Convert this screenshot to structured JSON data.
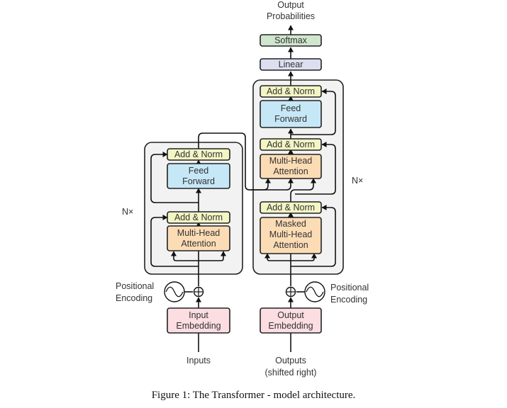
{
  "diagram": {
    "caption": "Figure 1: The Transformer - model architecture.",
    "output_label": [
      "Output",
      "Probabilities"
    ],
    "softmax": "Softmax",
    "linear": "Linear",
    "encoder": {
      "repeat_label": "N×",
      "add_norm_top": "Add & Norm",
      "feed_forward": [
        "Feed",
        "Forward"
      ],
      "add_norm_bottom": "Add & Norm",
      "attention": [
        "Multi-Head",
        "Attention"
      ],
      "positional_encoding": [
        "Positional",
        "Encoding"
      ],
      "embedding": [
        "Input",
        "Embedding"
      ],
      "input_label": "Inputs"
    },
    "decoder": {
      "repeat_label": "N×",
      "add_norm_top": "Add & Norm",
      "feed_forward": [
        "Feed",
        "Forward"
      ],
      "add_norm_middle": "Add & Norm",
      "cross_attention": [
        "Multi-Head",
        "Attention"
      ],
      "add_norm_bottom": "Add & Norm",
      "masked_attention": [
        "Masked",
        "Multi-Head",
        "Attention"
      ],
      "positional_encoding": [
        "Positional",
        "Encoding"
      ],
      "embedding": [
        "Output",
        "Embedding"
      ],
      "input_label": [
        "Outputs",
        "(shifted right)"
      ]
    },
    "colors": {
      "add_norm": "#f3f5c4",
      "feed_forward": "#c6e7f6",
      "attention": "#fcdcb5",
      "embedding": "#fbdde2",
      "linear": "#dcdff0",
      "softmax": "#cfe7cd",
      "stack_bg": "#f2f2f2"
    }
  }
}
